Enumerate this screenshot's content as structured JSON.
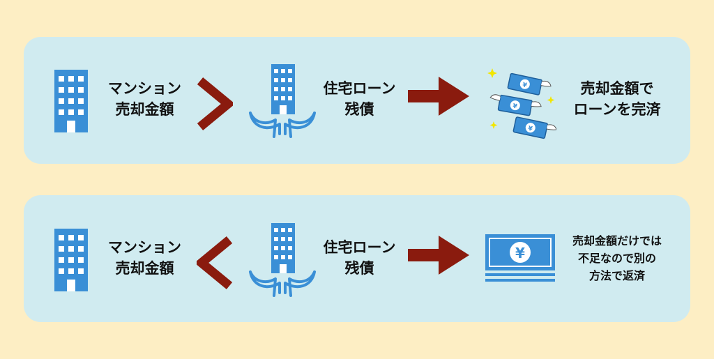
{
  "colors": {
    "background": "#fdeec4",
    "panel": "#d0ebf0",
    "icon_blue": "#3a8fd6",
    "arrow": "#8a1b0e",
    "sparkle": "#f2e600"
  },
  "rows": [
    {
      "comparison_symbol": "greater-than",
      "left_label": [
        "マンション",
        "売却金額"
      ],
      "middle_label": [
        "住宅ローン",
        "残債"
      ],
      "result_icon": "flying-money-icon",
      "result_label": [
        "売却金額で",
        "ローンを完済"
      ]
    },
    {
      "comparison_symbol": "less-than",
      "left_label": [
        "マンション",
        "売却金額"
      ],
      "middle_label": [
        "住宅ローン",
        "残債"
      ],
      "result_icon": "banknote-stack-icon",
      "result_label": [
        "売却金額だけでは",
        "不足なので別の",
        "方法で返済"
      ]
    }
  ],
  "currency_symbol": "¥"
}
